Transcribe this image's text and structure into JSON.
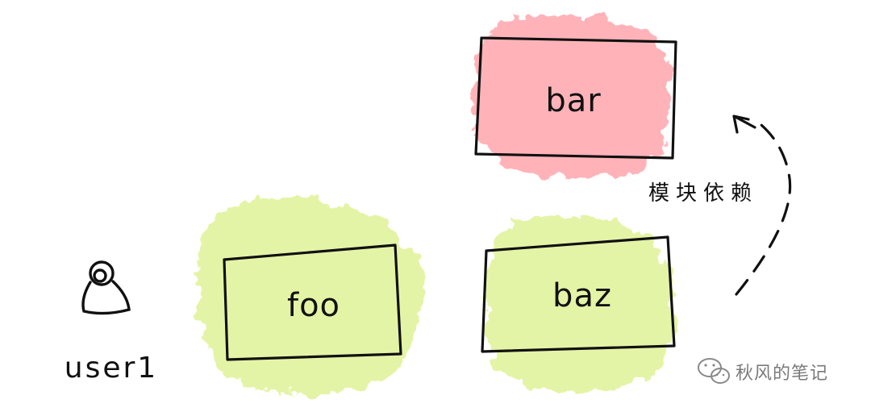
{
  "nodes": {
    "bar": {
      "label": "bar",
      "fill_color": "#ffb3b8"
    },
    "foo": {
      "label": "foo",
      "fill_color": "#e4f4a6"
    },
    "baz": {
      "label": "baz",
      "fill_color": "#e4f4a6"
    }
  },
  "user": {
    "label": "user1",
    "icon": "person-icon"
  },
  "edges": [
    {
      "from": "baz",
      "to": "bar",
      "label": "模块依赖",
      "style": "dashed-arrow"
    }
  ],
  "watermark": {
    "text": "秋风的笔记",
    "icon": "wechat-icon"
  },
  "colors": {
    "stroke": "#111111",
    "watermark": "#7a7a7a"
  }
}
